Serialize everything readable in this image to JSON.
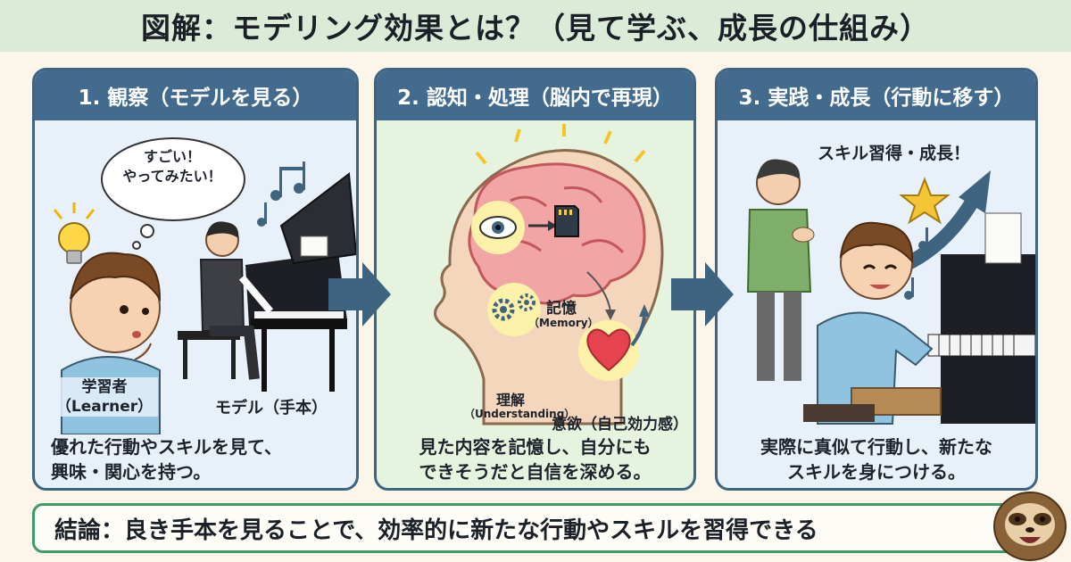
{
  "title": "図解：モデリング効果とは？（見て学ぶ、成長の仕組み）",
  "panels": [
    {
      "header": "1. 観察（モデルを見る）",
      "bubble_line1": "すごい！",
      "bubble_line2": "やってみたい！",
      "learner_label_line1": "学習者",
      "learner_label_line2": "（Learner）",
      "model_label": "モデル（手本）",
      "desc_line1": "優れた行動やスキルを見て、",
      "desc_line2": "興味・関心を持つ。"
    },
    {
      "header": "2. 認知・処理（脳内で再現）",
      "memory_label": "記憶",
      "memory_sub": "（Memory）",
      "understanding_label": "理解",
      "understanding_sub": "（Understanding）",
      "motivation_label": "意欲（自己効力感）",
      "desc_line1": "見た内容を記憶し、自分にも",
      "desc_line2": "できそうだと自信を深める。"
    },
    {
      "header": "3. 実践・成長（行動に移す）",
      "growth_label": "スキル習得・成長！",
      "desc_line1": "実際に真似て行動し、新たな",
      "desc_line2": "スキルを身につける。"
    }
  ],
  "conclusion": "結論：良き手本を見ることで、効率的に新たな行動やスキルを習得できる",
  "icons": {
    "lightbulb": "lightbulb-icon",
    "music": "music-note-icon",
    "eye": "eye-icon",
    "memory_card": "memory-card-icon",
    "gears": "gears-icon",
    "heart": "heart-icon",
    "star": "star-icon",
    "growth_arrow": "growth-arrow-icon",
    "flow_arrow": "flow-arrow-icon"
  },
  "colors": {
    "header_bg": "#426b8d",
    "title_bg": "#dcebd8",
    "conclusion_border": "#3f9a63",
    "arrow": "#3f6480"
  }
}
